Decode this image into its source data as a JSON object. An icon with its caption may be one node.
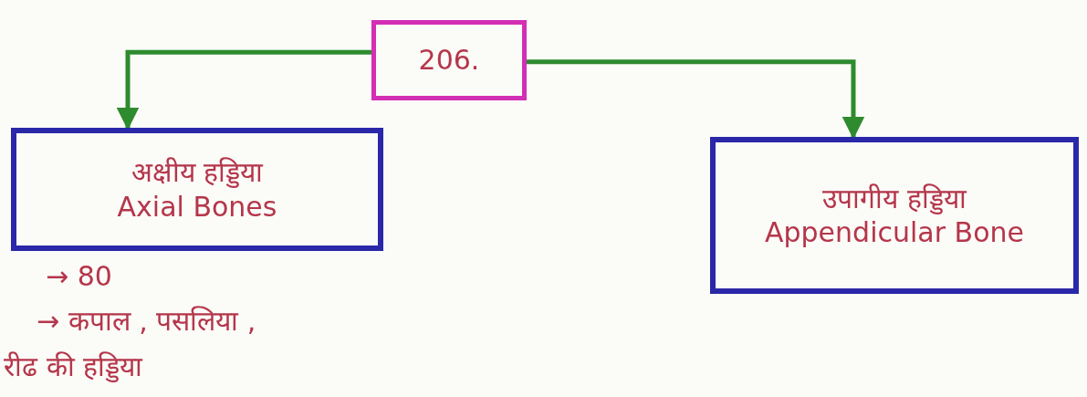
{
  "diagram": {
    "nodes": [
      {
        "text": [
          "206."
        ]
      },
      {
        "text": [
          "अक्षीय हड्डिया",
          "Axial Bones"
        ]
      },
      {
        "text": [
          "उपागीय हड्डिया",
          "Appendicular Bone"
        ]
      }
    ],
    "edges": [
      {
        "from": 0,
        "to": 1,
        "arrow": "to",
        "color": "#2e8b2e"
      },
      {
        "from": 0,
        "to": 2,
        "arrow": "to",
        "color": "#2e8b2e"
      }
    ],
    "labels": [
      "→ 80",
      "→ कपाल , पसलिया ,",
      "रीढ की हड्डिया"
    ]
  }
}
